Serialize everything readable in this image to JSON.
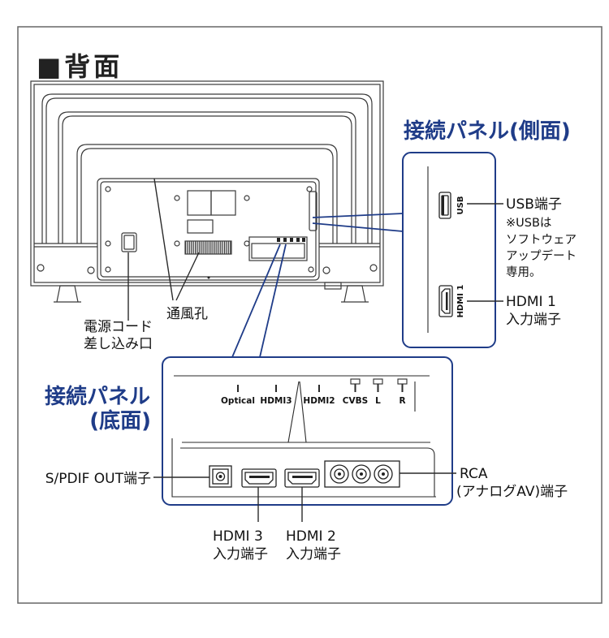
{
  "title": "■背面",
  "colors": {
    "accent": "#1f3c88",
    "line": "#2a2a2a"
  },
  "rear": {
    "vent_label": "通風孔",
    "power_label": [
      "電源コード",
      "差し込み口"
    ]
  },
  "side_panel": {
    "title": "接続パネル(側面)",
    "usb_port_text": "USB",
    "hdmi1_port_text": "HDMI 1",
    "usb_label": "USB端子",
    "usb_note": [
      "※USBは",
      "ソフトウェア",
      "アップデート",
      "専用。"
    ],
    "hdmi1_label": [
      "HDMI 1",
      "入力端子"
    ]
  },
  "bottom_panel": {
    "title": [
      "接続パネル",
      "(底面)"
    ],
    "port_labels": [
      "Optical",
      "HDMI3",
      "HDMI2",
      "CVBS",
      "L",
      "R"
    ],
    "spdif_label": "S/PDIF OUT端子",
    "rca_label": [
      "RCA",
      "(アナログAV)端子"
    ],
    "hdmi3_label": [
      "HDMI 3",
      "入力端子"
    ],
    "hdmi2_label": [
      "HDMI 2",
      "入力端子"
    ]
  }
}
